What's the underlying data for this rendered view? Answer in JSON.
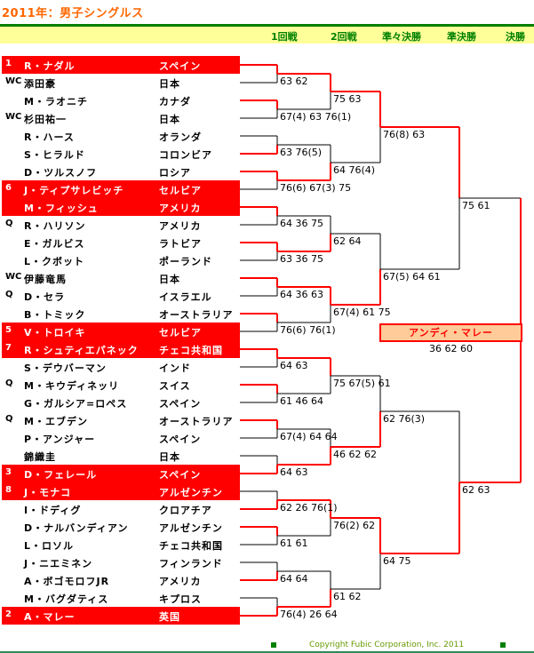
{
  "title": "2011年：男子シングルス",
  "rounds": [
    "1回戦",
    "2回戦",
    "準々決勝",
    "準決勝",
    "決勝"
  ],
  "round_x": [
    305,
    372,
    430,
    503,
    569
  ],
  "players": [
    {
      "mark": "1",
      "name": "R・ナダル",
      "country": "スペイン",
      "seed": true
    },
    {
      "mark": "WC",
      "name": "添田豪",
      "country": "日本",
      "seed": false
    },
    {
      "mark": "",
      "name": "M・ラオニチ",
      "country": "カナダ",
      "seed": false
    },
    {
      "mark": "WC",
      "name": "杉田祐一",
      "country": "日本",
      "seed": false
    },
    {
      "mark": "",
      "name": "R・ハース",
      "country": "オランダ",
      "seed": false
    },
    {
      "mark": "",
      "name": "S・ヒラルド",
      "country": "コロンビア",
      "seed": false
    },
    {
      "mark": "",
      "name": "D・ツルスノフ",
      "country": "ロシア",
      "seed": false
    },
    {
      "mark": "6",
      "name": "J・ティプサレビッチ",
      "country": "セルビア",
      "seed": true
    },
    {
      "mark": "",
      "name": "M・フィッシュ",
      "country": "アメリカ",
      "seed": true
    },
    {
      "mark": "Q",
      "name": "R・ハリソン",
      "country": "アメリカ",
      "seed": false
    },
    {
      "mark": "",
      "name": "E・ガルビス",
      "country": "ラトビア",
      "seed": false
    },
    {
      "mark": "",
      "name": "L・クボット",
      "country": "ポーランド",
      "seed": false
    },
    {
      "mark": "WC",
      "name": "伊藤竜馬",
      "country": "日本",
      "seed": false
    },
    {
      "mark": "Q",
      "name": "D・セラ",
      "country": "イスラエル",
      "seed": false
    },
    {
      "mark": "",
      "name": "B・トミック",
      "country": "オーストラリア",
      "seed": false
    },
    {
      "mark": "5",
      "name": "V・トロイキ",
      "country": "セルビア",
      "seed": true
    },
    {
      "mark": "7",
      "name": "R・シュティエパネック",
      "country": "チェコ共和国",
      "seed": true
    },
    {
      "mark": "",
      "name": "S・デウバーマン",
      "country": "インド",
      "seed": false
    },
    {
      "mark": "Q",
      "name": "M・キウディネッリ",
      "country": "スイス",
      "seed": false
    },
    {
      "mark": "",
      "name": "G・ガルシア=ロペス",
      "country": "スペイン",
      "seed": false
    },
    {
      "mark": "Q",
      "name": "M・エブデン",
      "country": "オーストラリア",
      "seed": false
    },
    {
      "mark": "",
      "name": "P・アンジャー",
      "country": "スペイン",
      "seed": false
    },
    {
      "mark": "",
      "name": "錦織圭",
      "country": "日本",
      "seed": false
    },
    {
      "mark": "3",
      "name": "D・フェレール",
      "country": "スペイン",
      "seed": true
    },
    {
      "mark": "8",
      "name": "J・モナコ",
      "country": "アルゼンチン",
      "seed": true
    },
    {
      "mark": "",
      "name": "I・ドディグ",
      "country": "クロアチア",
      "seed": false
    },
    {
      "mark": "",
      "name": "D・ナルバンディアン",
      "country": "アルゼンチン",
      "seed": false
    },
    {
      "mark": "",
      "name": "L・ロソル",
      "country": "チェコ共和国",
      "seed": false
    },
    {
      "mark": "",
      "name": "J・ニエミネン",
      "country": "フィンランド",
      "seed": false
    },
    {
      "mark": "",
      "name": "A・ボゴモロフJR",
      "country": "アメリカ",
      "seed": false
    },
    {
      "mark": "",
      "name": "M・バグダティス",
      "country": "キプロス",
      "seed": false
    },
    {
      "mark": "2",
      "name": "A・マレー",
      "country": "英国",
      "seed": true
    }
  ],
  "winners": {
    "r1": [
      0,
      2,
      5,
      6,
      8,
      10,
      12,
      14,
      16,
      18,
      20,
      23,
      25,
      26,
      29,
      31
    ],
    "r2": [
      0,
      1,
      2,
      3,
      4,
      5,
      6,
      7
    ],
    "r2_top": [
      true,
      false,
      false,
      true,
      true,
      false,
      true,
      false
    ],
    "r3_top": [
      true,
      false,
      false,
      true
    ],
    "r4_top": [
      true,
      false
    ],
    "final_top": false
  },
  "scores": {
    "r1": [
      "63 62",
      "67(4) 63 76(1)",
      "63 76(5)",
      "76(6) 67(3) 75",
      "64 36 75",
      "63 36 75",
      "64 36 63",
      "76(6) 76(1)",
      "64 63",
      "61 46 64",
      "67(4) 64 64",
      "64 63",
      "62 26 76(1)",
      "61 61",
      "64 64",
      "76(4) 26 64"
    ],
    "r2": [
      "75 63",
      "64 76(4)",
      "62 64",
      "67(4) 61 75",
      "75 67(5) 61",
      "46 62 62",
      "76(2) 62",
      "61 62"
    ],
    "qf": [
      "76(8) 63",
      "67(5) 64 61",
      "62 76(3)",
      "64 75"
    ],
    "sf": [
      "75 61",
      "62 63"
    ],
    "final": "36 62 60"
  },
  "champion": "アンディ・マレー",
  "footer": "Copyright  Fubic Corporation, Inc. 2011",
  "colors": {
    "win": "#ff0000",
    "lose": "#000000",
    "header_bg": "#ffff99",
    "accent": "#008000",
    "title": "#ff6600",
    "champ_bg": "#ffcc99"
  }
}
